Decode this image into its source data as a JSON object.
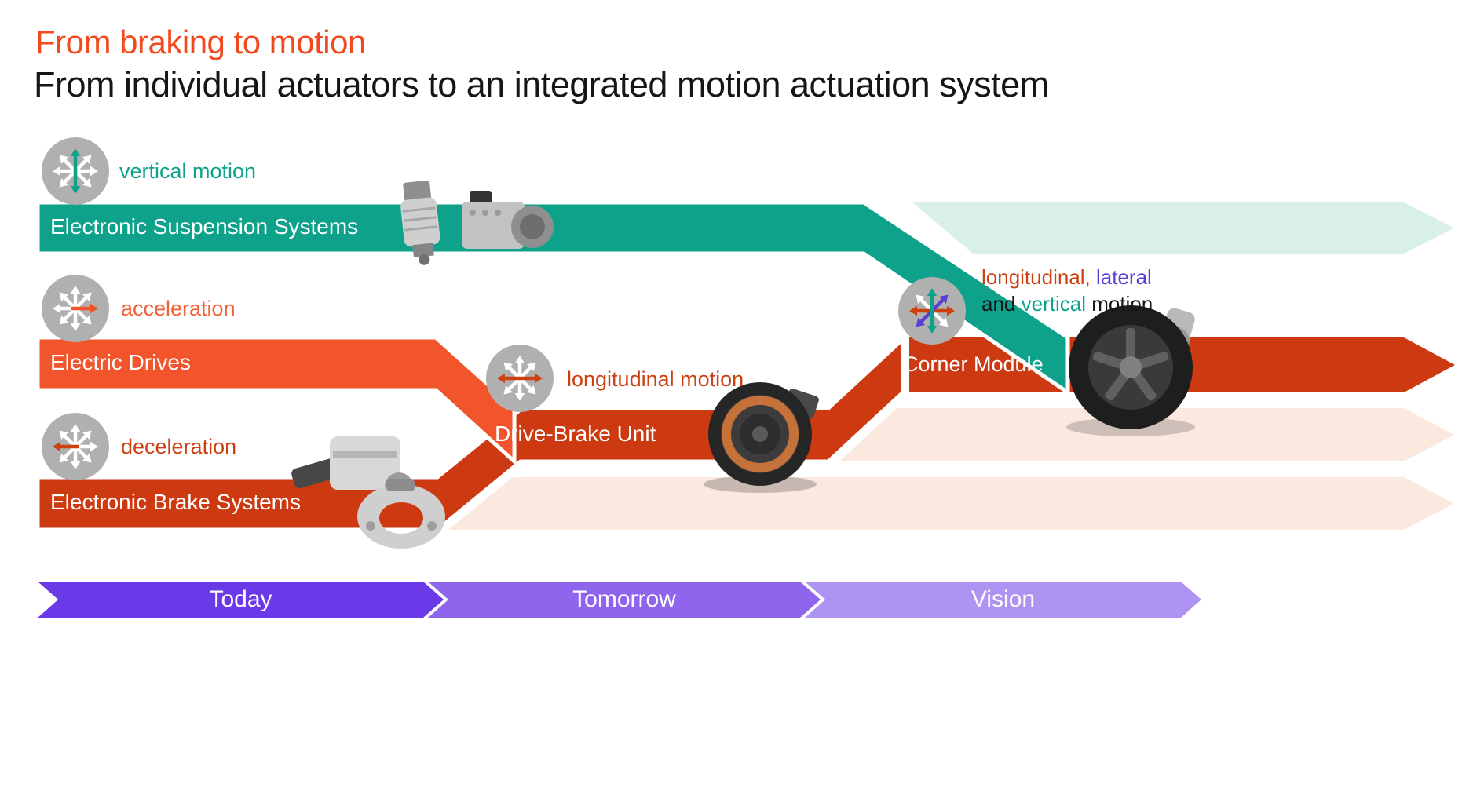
{
  "header": {
    "title": "From braking to motion",
    "subtitle": "From individual actuators to an integrated motion actuation system"
  },
  "colors": {
    "title_orange": "#f24a1d",
    "teal": "#0fa28a",
    "teal_light": "#d9f0ea",
    "orange": "#f2552c",
    "red": "#cd3a11",
    "pink_light": "#fbe9df",
    "purple_today": "#6a3ae8",
    "purple_tomorrow": "#9065ee",
    "purple_vision": "#ae93f2",
    "lateral_purple": "#5a3ed6",
    "icon_gray": "#b0b0b0"
  },
  "streams": {
    "suspension": {
      "label": "Electronic Suspension Systems",
      "motion": "vertical motion"
    },
    "drives": {
      "label": "Electric Drives",
      "motion": "acceleration"
    },
    "brakes": {
      "label": "Electronic Brake Systems",
      "motion": "deceleration"
    },
    "drive_brake": {
      "label": "Drive-Brake Unit",
      "motion": "longitudinal motion"
    },
    "corner": {
      "label": "Corner Module",
      "motion_line1_part1": "longitudinal,",
      "motion_line1_part2": " lateral",
      "motion_line2_part1": "and ",
      "motion_line2_part2": "vertical",
      "motion_line2_part3": " motion"
    }
  },
  "timeline": [
    {
      "label": "Today"
    },
    {
      "label": "Tomorrow"
    },
    {
      "label": "Vision"
    }
  ],
  "icons": {
    "vertical_motion": [
      {
        "a": 0,
        "d": 1,
        "c": "#ffffff"
      },
      {
        "a": 45,
        "d": 1,
        "c": "#ffffff"
      },
      {
        "a": 135,
        "d": 1,
        "c": "#ffffff"
      },
      {
        "a": 90,
        "d": 1,
        "c": "#0fa28a"
      }
    ],
    "acceleration": [
      {
        "a": 90,
        "d": 1,
        "c": "#ffffff"
      },
      {
        "a": 45,
        "d": 1,
        "c": "#ffffff"
      },
      {
        "a": 135,
        "d": 1,
        "c": "#ffffff"
      },
      {
        "a": 180,
        "d": 0,
        "c": "#ffffff"
      },
      {
        "a": 0,
        "d": 0,
        "c": "#f2552c"
      }
    ],
    "deceleration": [
      {
        "a": 90,
        "d": 1,
        "c": "#ffffff"
      },
      {
        "a": 45,
        "d": 1,
        "c": "#ffffff"
      },
      {
        "a": 135,
        "d": 1,
        "c": "#ffffff"
      },
      {
        "a": 0,
        "d": 0,
        "c": "#ffffff"
      },
      {
        "a": 180,
        "d": 0,
        "c": "#cd4012"
      }
    ],
    "longitudinal_motion": [
      {
        "a": 90,
        "d": 1,
        "c": "#ffffff"
      },
      {
        "a": 45,
        "d": 1,
        "c": "#ffffff"
      },
      {
        "a": 135,
        "d": 1,
        "c": "#ffffff"
      },
      {
        "a": 0,
        "d": 1,
        "c": "#cd4012"
      }
    ],
    "corner_module": [
      {
        "a": 135,
        "d": 1,
        "c": "#ffffff"
      },
      {
        "a": 0,
        "d": 1,
        "c": "#cd4012"
      },
      {
        "a": 45,
        "d": 1,
        "c": "#5a3ed6"
      },
      {
        "a": 90,
        "d": 1,
        "c": "#0fa28a"
      }
    ]
  },
  "illustrations": [
    "air-suspension-strut",
    "abs-modulator-unit",
    "brake-booster",
    "brake-caliper",
    "drive-brake-unit-wheel",
    "corner-module-wheel"
  ]
}
